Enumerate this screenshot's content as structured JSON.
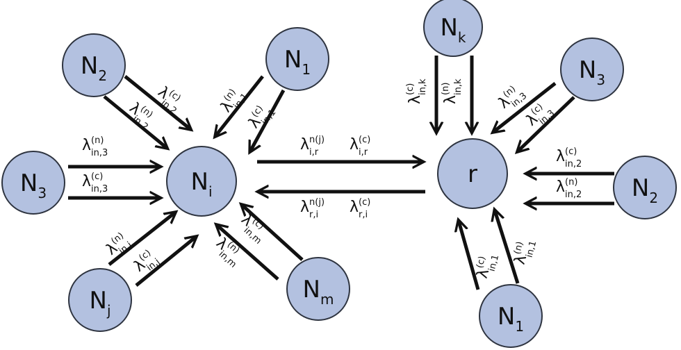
{
  "colors": {
    "node_fill": "#b3c1e0",
    "node_stroke": "#2e3440",
    "arrow": "#111111",
    "text": "#111111"
  },
  "diagram": {
    "nodes": [
      {
        "id": "Ni",
        "base": "N",
        "sub": "i"
      },
      {
        "id": "r",
        "base": "r",
        "sub": ""
      },
      {
        "id": "L_N2",
        "base": "N",
        "sub": "2"
      },
      {
        "id": "L_N1",
        "base": "N",
        "sub": "1"
      },
      {
        "id": "L_N3",
        "base": "N",
        "sub": "3"
      },
      {
        "id": "L_Nj",
        "base": "N",
        "sub": "j"
      },
      {
        "id": "L_Nm",
        "base": "N",
        "sub": "m"
      },
      {
        "id": "R_Nk",
        "base": "N",
        "sub": "k"
      },
      {
        "id": "R_N3",
        "base": "N",
        "sub": "3"
      },
      {
        "id": "R_N2",
        "base": "N",
        "sub": "2"
      },
      {
        "id": "R_N1",
        "base": "N",
        "sub": "1"
      }
    ],
    "labels": [
      {
        "id": "lam_in2_c_left",
        "sym": "λ",
        "sup": "(c)",
        "sub": "in,2"
      },
      {
        "id": "lam_in2_n_left",
        "sym": "λ",
        "sup": "(n)",
        "sub": "in,2"
      },
      {
        "id": "lam_in1_n_left",
        "sym": "λ",
        "sup": "(n)",
        "sub": "in,1"
      },
      {
        "id": "lam_in1_c_left",
        "sym": "λ",
        "sup": "(c)",
        "sub": "in,1"
      },
      {
        "id": "lam_in3_n_left",
        "sym": "λ",
        "sup": "(n)",
        "sub": "in,3"
      },
      {
        "id": "lam_in3_c_left",
        "sym": "λ",
        "sup": "(c)",
        "sub": "in,3"
      },
      {
        "id": "lam_inj_n",
        "sym": "λ",
        "sup": "(n)",
        "sub": "in,j"
      },
      {
        "id": "lam_inj_c",
        "sym": "λ",
        "sup": "(c)",
        "sub": "in,j"
      },
      {
        "id": "lam_inm_c",
        "sym": "λ",
        "sup": "(c)",
        "sub": "in,m"
      },
      {
        "id": "lam_inm_n",
        "sym": "λ",
        "sup": "(n)",
        "sub": "in,m"
      },
      {
        "id": "lam_ir_nj",
        "sym": "λ",
        "sup": "n(j)",
        "sub": "i,r"
      },
      {
        "id": "lam_ir_c",
        "sym": "λ",
        "sup": "(c)",
        "sub": "i,r"
      },
      {
        "id": "lam_ri_nj",
        "sym": "λ",
        "sup": "n(j)",
        "sub": "r,i"
      },
      {
        "id": "lam_ri_c",
        "sym": "λ",
        "sup": "(c)",
        "sub": "r,i"
      },
      {
        "id": "lam_ink_c",
        "sym": "λ",
        "sup": "(c)",
        "sub": "in,k"
      },
      {
        "id": "lam_ink_n",
        "sym": "λ",
        "sup": "(n)",
        "sub": "in,k"
      },
      {
        "id": "lam_in3_n_right",
        "sym": "λ",
        "sup": "(n)",
        "sub": "in,3"
      },
      {
        "id": "lam_in3_c_right",
        "sym": "λ",
        "sup": "(c)",
        "sub": "in,3"
      },
      {
        "id": "lam_in2_c_right",
        "sym": "λ",
        "sup": "(c)",
        "sub": "in,2"
      },
      {
        "id": "lam_in2_n_right",
        "sym": "λ",
        "sup": "(n)",
        "sub": "in,2"
      },
      {
        "id": "lam_in1_c_right",
        "sym": "λ",
        "sup": "(c)",
        "sub": "in,1"
      },
      {
        "id": "lam_in1_n_right",
        "sym": "λ",
        "sup": "(n)",
        "sub": "in,1"
      }
    ]
  }
}
